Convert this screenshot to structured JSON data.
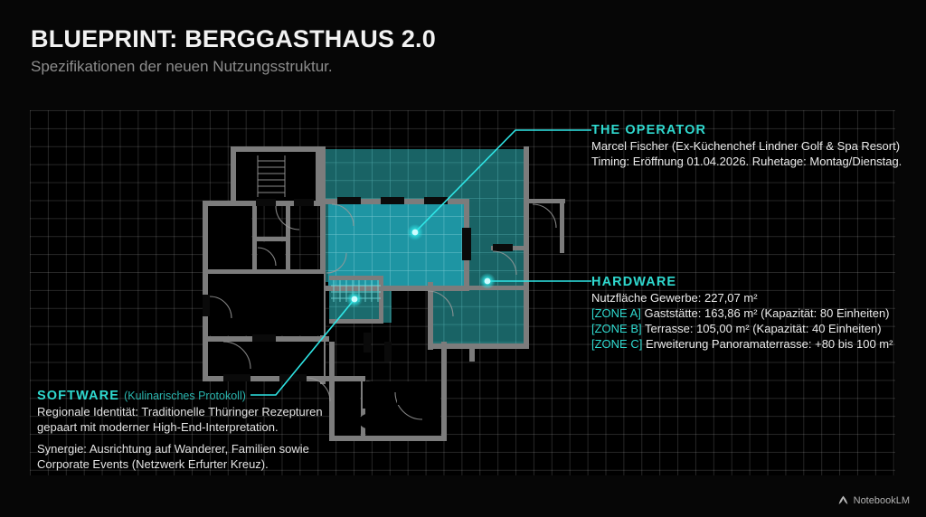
{
  "header": {
    "title": "BLUEPRINT: BERGGASTHAUS 2.0",
    "subtitle": "Spezifikationen der neuen Nutzungsstruktur."
  },
  "annotations": {
    "operator": {
      "heading": "THE OPERATOR",
      "lines": [
        "Marcel Fischer (Ex-Küchenchef Lindner Golf & Spa Resort)",
        "Timing: Eröffnung 01.04.2026. Ruhetage: Montag/Dienstag."
      ]
    },
    "hardware": {
      "heading": "HARDWARE",
      "line1": "Nutzfläche Gewerbe: 227,07 m²",
      "zones": [
        {
          "tag": "[ZONE A]",
          "text": " Gaststätte: 163,86 m² (Kapazität: 80 Einheiten)"
        },
        {
          "tag": "[ZONE B]",
          "text": " Terrasse: 105,00 m² (Kapazität: 40 Einheiten)"
        },
        {
          "tag": "[ZONE C]",
          "text": " Erweiterung Panoramaterrasse: +80 bis 100 m²"
        }
      ]
    },
    "software": {
      "heading": "SOFTWARE",
      "subheading": "(Kulinarisches Protokoll)",
      "para1_line1": "Regionale Identität: Traditionelle Thüringer Rezepturen",
      "para1_line2": "gepaart mit moderner High-End-Interpretation.",
      "para2_line1": "Synergie: Ausrichtung auf Wanderer, Familien sowie",
      "para2_line2": "Corporate Events (Netzwerk Erfurter Kreuz)."
    }
  },
  "watermark": {
    "label": "NotebookLM",
    "icon": "notebooklm-logo-icon"
  },
  "colors": {
    "accent_teal": "#2fd9cf",
    "zone_fill_dark": "#1b6b6e",
    "zone_fill_bright": "#1e95a3",
    "wall_grey": "#7c7c7c",
    "background": "#060606",
    "grid_line": "#2e2e2e"
  }
}
